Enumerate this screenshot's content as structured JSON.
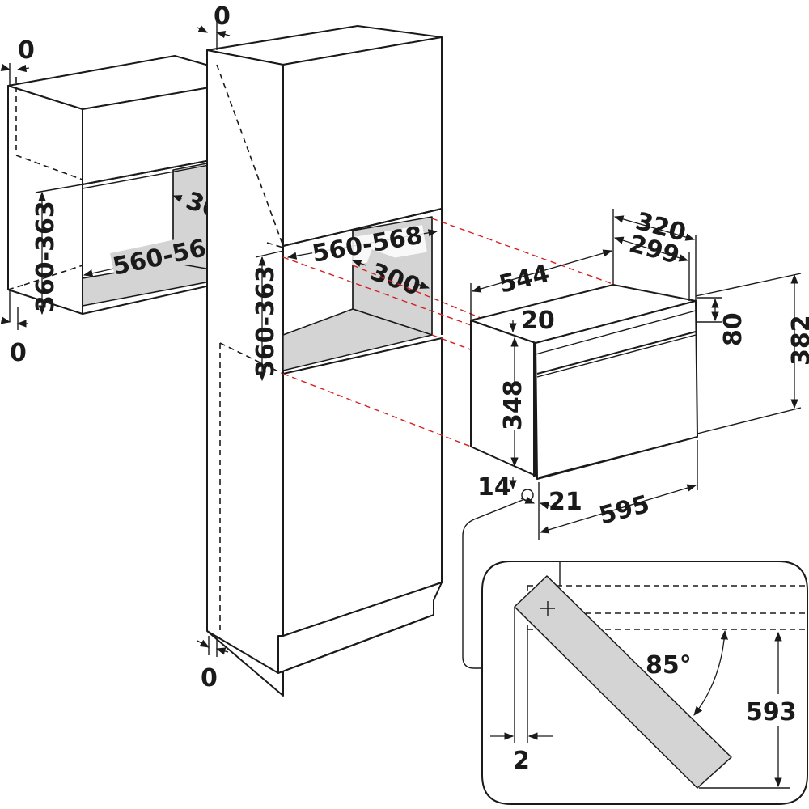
{
  "diagram": {
    "labels": {
      "wall_top_gap": "0",
      "wall_bottom_gap": "0",
      "wall_niche_height": "360-363",
      "wall_niche_depth": "300",
      "wall_niche_width": "560-568",
      "tall_top_gap": "0",
      "tall_bottom_gap": "0",
      "tall_niche_height": "360-363",
      "tall_niche_width": "560-568",
      "tall_niche_depth": "300",
      "oven_depth_total": "320",
      "oven_depth_body": "299",
      "oven_side_depth": "544",
      "oven_front_offset": "20",
      "oven_panel_height": "80",
      "oven_total_height": "382",
      "oven_body_height": "348",
      "oven_bottom_offset": "14",
      "oven_front_thickness": "21",
      "oven_width": "595",
      "door_angle": "85°",
      "door_gap": "2",
      "door_height": "593"
    }
  }
}
